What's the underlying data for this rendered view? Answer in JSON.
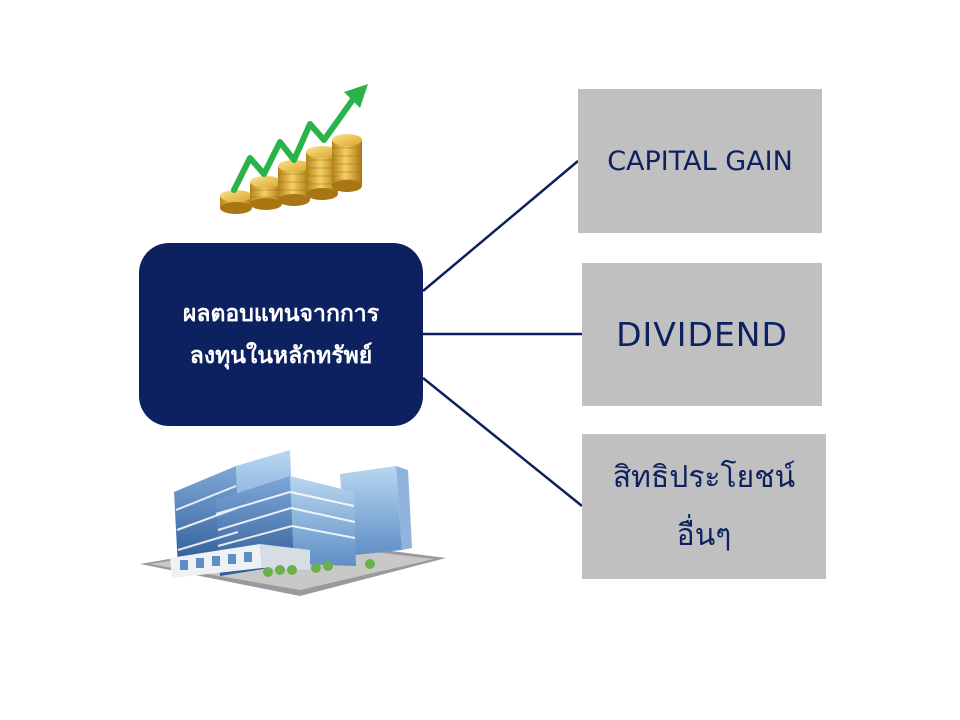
{
  "center": {
    "line1": "ผลตอบแทนจากการ",
    "line2": "ลงทุนในหลักทรัพย์"
  },
  "outcomes": [
    {
      "line1": "CAPITAL GAIN"
    },
    {
      "line1": "DIVIDEND"
    },
    {
      "line1": "สิทธิประโยชน์",
      "line2": "อื่นๆ"
    }
  ],
  "icons": {
    "top": "rising-coins-chart-icon",
    "bottom": "office-building-icon"
  },
  "colors": {
    "center_fill": "#0d2160",
    "center_text": "#ffffff",
    "leaf_fill": "#c0c0c0",
    "leaf_text": "#0d2160",
    "connector": "#0d2160",
    "arrow_green": "#2ab34a",
    "coin_gold": "#e3b12f"
  }
}
